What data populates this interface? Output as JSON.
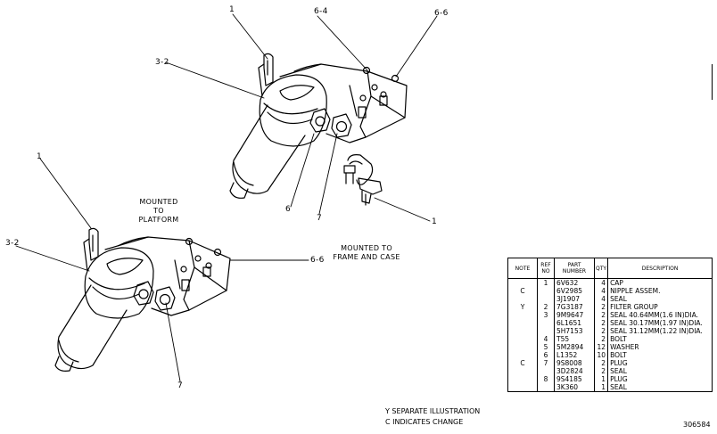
{
  "callouts": {
    "top_1": "1",
    "top_6_4": "6-4",
    "top_6_6": "6-6",
    "top_3_2": "3-2",
    "top_6": "6",
    "top_7": "7",
    "right_1": "1",
    "left_1": "1",
    "left_3_2": "3-2",
    "left_6_6": "6-6",
    "left_7": "7"
  },
  "notes": {
    "platform": [
      "MOUNTED",
      "TO",
      "PLATFORM"
    ],
    "frame": [
      "MOUNTED TO",
      "FRAME AND CASE"
    ]
  },
  "table": {
    "headers": [
      "NOTE",
      "REF NO",
      "PART NUMBER",
      "QTY",
      "DESCRIPTION"
    ],
    "rows": [
      {
        "note": "",
        "ref": "1",
        "part": "6V632",
        "qty": "4",
        "desc": "CAP"
      },
      {
        "note": "C",
        "ref": "",
        "part": "6V2985",
        "qty": "4",
        "desc": "NIPPLE ASSEM."
      },
      {
        "note": "",
        "ref": "",
        "part": "3J1907",
        "qty": "4",
        "desc": "SEAL"
      },
      {
        "note": "Y",
        "ref": "2",
        "part": "7G3187",
        "qty": "2",
        "desc": "FILTER GROUP"
      },
      {
        "note": "",
        "ref": "3",
        "part": "9M9647",
        "qty": "2",
        "desc": "SEAL 40.64MM(1.6 IN)DIA."
      },
      {
        "note": "",
        "ref": "",
        "part": "6L1651",
        "qty": "2",
        "desc": "SEAL 30.17MM(1.97 IN)DIA."
      },
      {
        "note": "",
        "ref": "",
        "part": "5H7153",
        "qty": "2",
        "desc": "SEAL 31.12MM(1.22 IN)DIA."
      },
      {
        "note": "",
        "ref": "4",
        "part": "T55",
        "qty": "2",
        "desc": "BOLT"
      },
      {
        "note": "",
        "ref": "5",
        "part": "5M2894",
        "qty": "12",
        "desc": "WASHER"
      },
      {
        "note": "",
        "ref": "6",
        "part": "L1352",
        "qty": "10",
        "desc": "BOLT"
      },
      {
        "note": "C",
        "ref": "7",
        "part": "9S8008",
        "qty": "2",
        "desc": "PLUG"
      },
      {
        "note": "",
        "ref": "",
        "part": "3D2824",
        "qty": "2",
        "desc": "SEAL"
      },
      {
        "note": "",
        "ref": "8",
        "part": "9S4185",
        "qty": "1",
        "desc": "PLUG"
      },
      {
        "note": "",
        "ref": "",
        "part": "3K360",
        "qty": "1",
        "desc": "SEAL"
      }
    ]
  },
  "legend": {
    "y": "Y  SEPARATE ILLUSTRATION",
    "c": "C  INDICATES CHANGE"
  },
  "doc_number": "306584"
}
